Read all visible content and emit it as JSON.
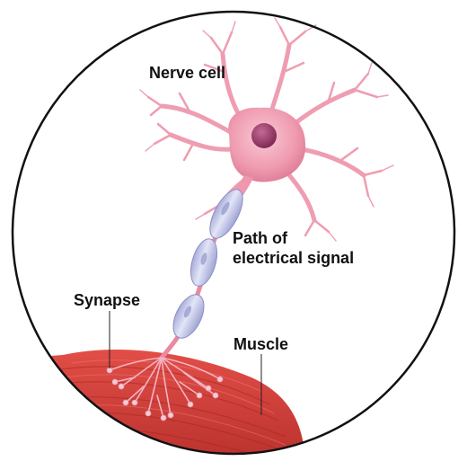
{
  "labels": {
    "nerve_cell": "Nerve cell",
    "path_line1": "Path of",
    "path_line2": "electrical signal",
    "synapse": "Synapse",
    "muscle": "Muscle"
  },
  "colors": {
    "frame": "#111111",
    "cell_body": "#f2a7b8",
    "nucleus": "#a8406e",
    "myelin": "#c9cdef",
    "muscle": "#d9433f",
    "muscle_stripe": "#b82f2c"
  }
}
